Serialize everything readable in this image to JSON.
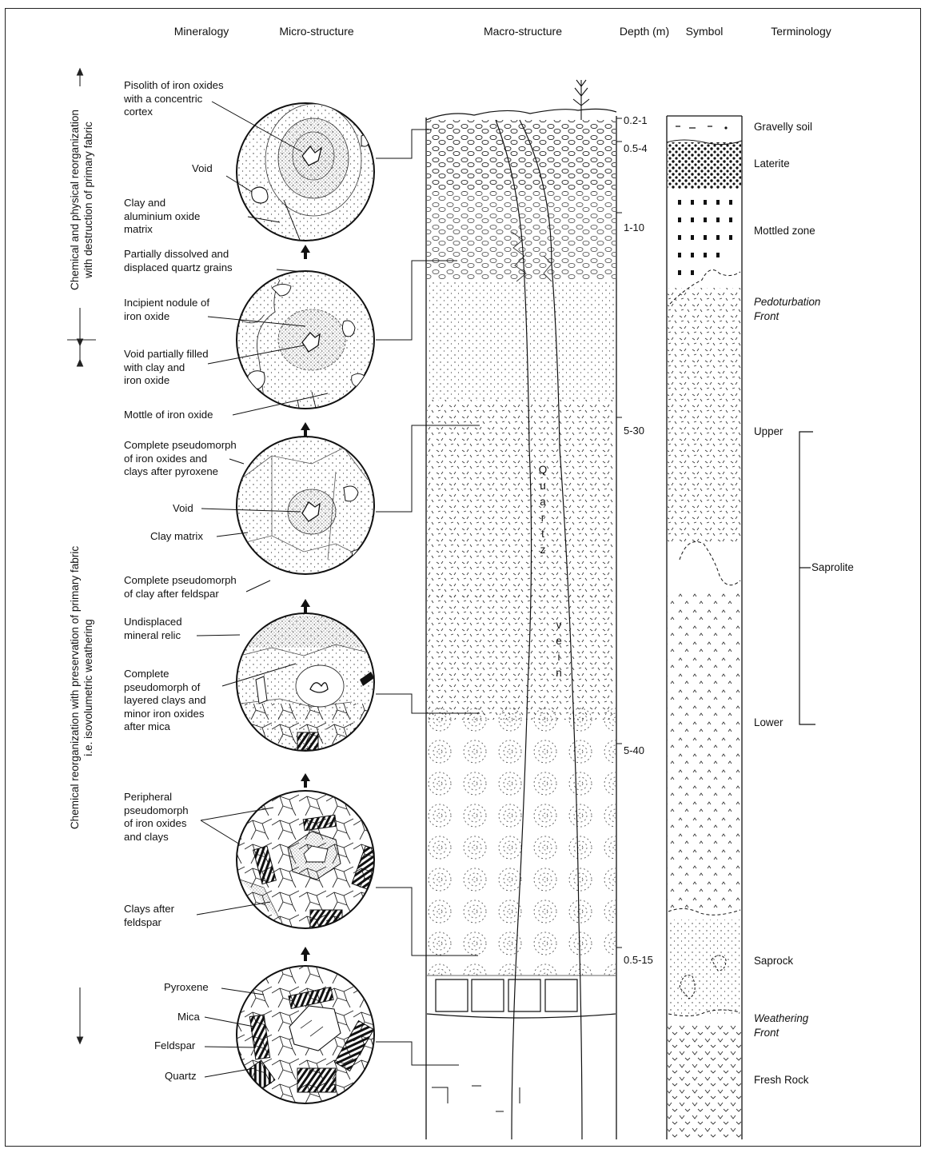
{
  "headers": {
    "mineralogy": "Mineralogy",
    "micro": "Micro-structure",
    "macro": "Macro-structure",
    "depth": "Depth (m)",
    "symbol": "Symbol",
    "terminology": "Terminology"
  },
  "side_labels": {
    "upper_line1": "Chemical and physical reorganization",
    "upper_line2": "with destruction of primary fabric",
    "lower_line1": "Chemical reorganization with preservation of primary fabric",
    "lower_line2": "i.e. isovolumetric weathering"
  },
  "mineral_labels": [
    "Pisolith of iron oxides",
    "with a concentric",
    "cortex",
    "Void",
    "Clay and",
    "aluminium oxide",
    "matrix",
    "Partially dissolved and",
    "displaced quartz grains",
    "Incipient nodule of",
    "iron oxide",
    "Void partially filled",
    "with clay and",
    "iron oxide",
    "Mottle of iron oxide",
    "Complete pseudomorph",
    "of iron oxides and",
    "clays after pyroxene",
    "Void",
    "Clay matrix",
    "Complete pseudomorph",
    "of clay after feldspar",
    "Undisplaced",
    "mineral relic",
    "Complete",
    "pseudomorph of",
    "layered clays and",
    "minor iron oxides",
    "after mica",
    "Peripheral",
    "pseudomorph",
    "of iron oxides",
    "and clays",
    "Clays after",
    "feldspar",
    "Pyroxene",
    "Mica",
    "Feldspar",
    "Quartz"
  ],
  "vein_letters_1": [
    "Q",
    "u",
    "a",
    "r",
    "t",
    "z"
  ],
  "vein_letters_2": [
    "v",
    "e",
    "i",
    "n"
  ],
  "depths": [
    "0.2-1",
    "0.5-4",
    "1-10",
    "5-30",
    "5-40",
    "0.5-15"
  ],
  "terms": [
    "Gravelly soil",
    "Laterite",
    "Mottled zone",
    "Pedoturbation",
    "Front",
    "Upper",
    "Saprolite",
    "Lower",
    "Saprock",
    "Weathering",
    "Front",
    "Fresh Rock"
  ],
  "icons": [
    "arrow-up-icon",
    "plant-icon"
  ]
}
